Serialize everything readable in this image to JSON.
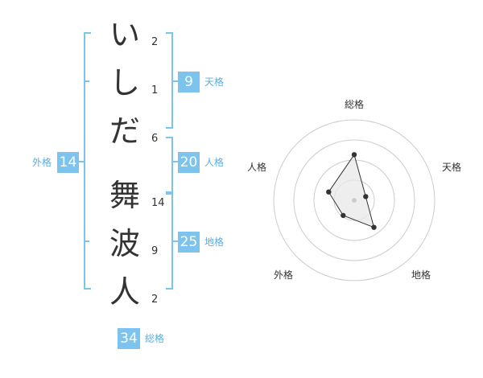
{
  "name_chars": [
    {
      "char": "い",
      "strokes": "2"
    },
    {
      "char": "し",
      "strokes": "1"
    },
    {
      "char": "だ",
      "strokes": "6"
    },
    {
      "char": "舞",
      "strokes": "14"
    },
    {
      "char": "波",
      "strokes": "9"
    },
    {
      "char": "人",
      "strokes": "2"
    }
  ],
  "fortune": {
    "tenkaku": {
      "value": "9",
      "label": "天格"
    },
    "jinkaku": {
      "value": "20",
      "label": "人格"
    },
    "chikaku": {
      "value": "25",
      "label": "地格"
    },
    "gaikaku": {
      "value": "14",
      "label": "外格"
    },
    "soukaku": {
      "value": "34",
      "label": "総格"
    }
  },
  "chart_data": {
    "type": "radar",
    "axes": [
      "総格",
      "天格",
      "地格",
      "外格",
      "人格"
    ],
    "values": [
      34,
      9,
      25,
      14,
      20
    ],
    "rmax": 60,
    "rings": 4,
    "colors": {
      "line": "#333333",
      "fill": "#e8e8e8",
      "ring": "#cccccc"
    }
  }
}
